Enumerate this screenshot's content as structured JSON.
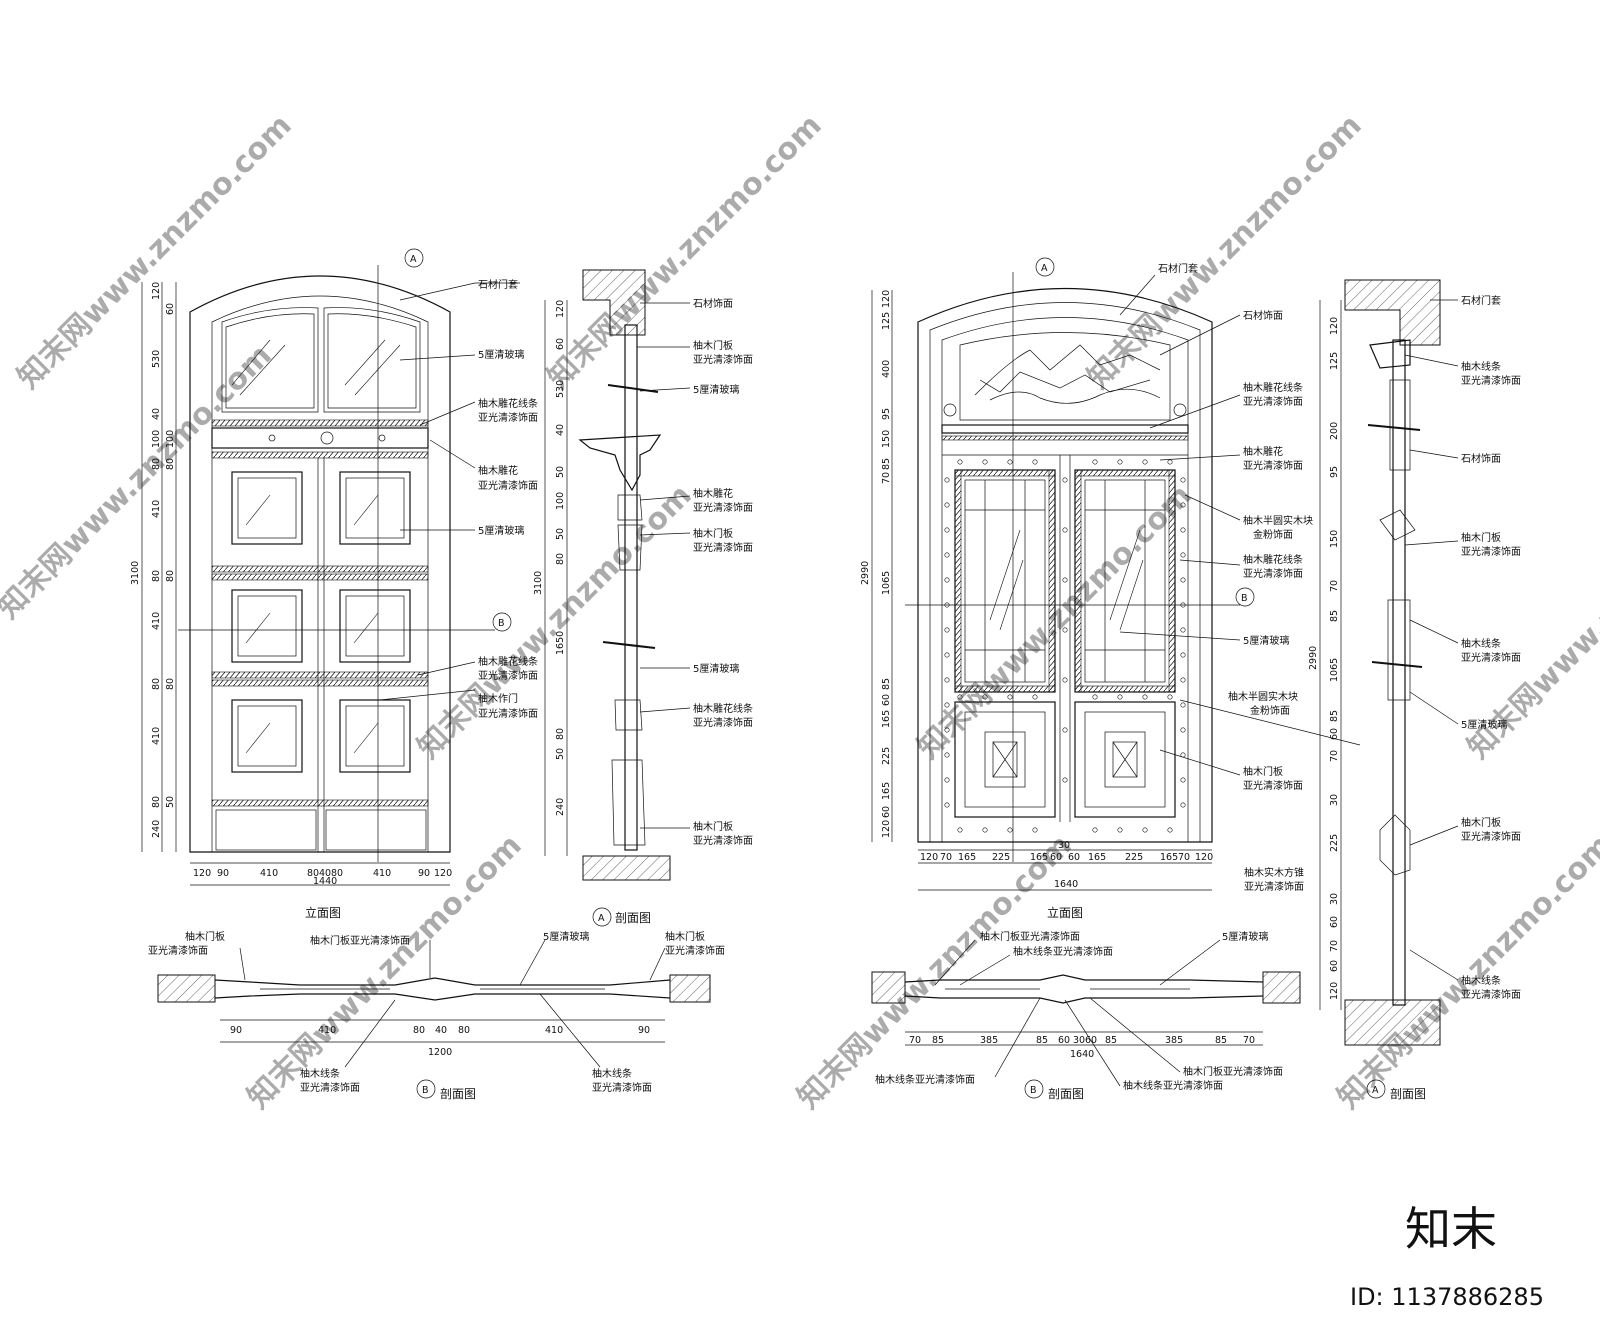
{
  "watermark": {
    "text": "知末网www.znzmo.com"
  },
  "logo": {
    "brand": "知末",
    "id_label": "ID: 1137886285"
  },
  "door1": {
    "elevation": {
      "section_mark_a": "A",
      "section_mark_b": "B",
      "caption": "立面图",
      "labels": [
        "石材门套",
        "5厘清玻璃",
        "柚木雕花线条",
        "亚光清漆饰面",
        "柚木雕花",
        "亚光清漆饰面",
        "5厘清玻璃",
        "柚木雕花线条",
        "亚光清漆饰面",
        "柚木作门",
        "亚光清漆饰面"
      ],
      "vdims": [
        "120",
        "530",
        "40",
        "100",
        "80",
        "410",
        "80",
        "410",
        "80",
        "410",
        "80",
        "240"
      ],
      "vdims_inner": [
        "60",
        "100",
        "80",
        "80",
        "80",
        "50"
      ],
      "total_height": "3100",
      "hdims": [
        "120",
        "90",
        "410",
        "80",
        "40",
        "80",
        "410",
        "90",
        "120"
      ],
      "total_width": "1440"
    },
    "section_a": {
      "caption": "剖面图",
      "marker": "A",
      "labels": [
        "石材饰面",
        "柚木门板",
        "亚光清漆饰面",
        "5厘清玻璃",
        "柚木雕花",
        "亚光清漆饰面",
        "柚木门板",
        "亚光清漆饰面",
        "5厘清玻璃",
        "柚木雕花线条",
        "亚光清漆饰面",
        "柚木门板",
        "亚光清漆饰面"
      ],
      "vdims": [
        "120",
        "60",
        "530",
        "40",
        "50",
        "100",
        "50",
        "80",
        "1650",
        "80",
        "50",
        "240"
      ],
      "total_height": "3100"
    },
    "section_b": {
      "caption": "剖面图",
      "marker": "B",
      "labels_top": [
        "柚木门板",
        "亚光清漆饰面",
        "柚木门板亚光清漆饰面",
        "5厘清玻璃",
        "柚木门板",
        "亚光清漆饰面"
      ],
      "labels_bottom": [
        "柚木线条",
        "亚光清漆饰面",
        "柚木线条",
        "亚光清漆饰面"
      ],
      "hdims": [
        "90",
        "410",
        "80",
        "40",
        "80",
        "410",
        "90"
      ],
      "total_width": "1200"
    }
  },
  "door2": {
    "elevation": {
      "section_mark_a": "A",
      "section_mark_b": "B",
      "caption": "立面图",
      "labels": [
        "石材门套",
        "石材饰面",
        "柚木雕花线条",
        "亚光清漆饰面",
        "柚木雕花",
        "亚光清漆饰面",
        "柚木半圆实木块",
        "金粉饰面",
        "柚木雕花线条",
        "亚光清漆饰面",
        "5厘清玻璃",
        "柚木半圆实木块",
        "金粉饰面",
        "柚木门板",
        "亚光清漆饰面"
      ],
      "vdims": [
        "120",
        "125",
        "400",
        "95",
        "150",
        "85",
        "70",
        "1065",
        "85",
        "60",
        "165",
        "225",
        "165",
        "60",
        "120"
      ],
      "total_height": "2990",
      "hdims": [
        "120",
        "70",
        "165",
        "225",
        "165",
        "60",
        "60",
        "165",
        "225",
        "165",
        "70",
        "120"
      ],
      "mid_dim": "30",
      "total_width": "1640"
    },
    "section_a": {
      "caption": "剖面图",
      "marker": "A",
      "labels": [
        "石材门套",
        "柚木线条",
        "亚光清漆饰面",
        "石材饰面",
        "柚木门板",
        "亚光清漆饰面",
        "柚木线条",
        "亚光清漆饰面",
        "5厘清玻璃",
        "柚木门板",
        "亚光清漆饰面",
        "柚木实木方锥",
        "亚光清漆饰面",
        "柚木线条",
        "亚光清漆饰面"
      ],
      "vdims": [
        "120",
        "125",
        "200",
        "95",
        "150",
        "70",
        "85",
        "1065",
        "85",
        "60",
        "70",
        "30",
        "225",
        "30",
        "60",
        "70",
        "60",
        "120"
      ],
      "total_height": "2990"
    },
    "section_b": {
      "caption": "剖面图",
      "marker": "B",
      "labels_top": [
        "柚木门板亚光清漆饰面",
        "柚木线条亚光清漆饰面",
        "5厘清玻璃"
      ],
      "labels_bottom": [
        "柚木线条亚光清漆饰面",
        "柚木线条亚光清漆饰面",
        "柚木门板亚光清漆饰面"
      ],
      "hdims": [
        "70",
        "85",
        "385",
        "85",
        "60",
        "30",
        "60",
        "85",
        "385",
        "85",
        "70"
      ],
      "total_width": "1640"
    }
  }
}
